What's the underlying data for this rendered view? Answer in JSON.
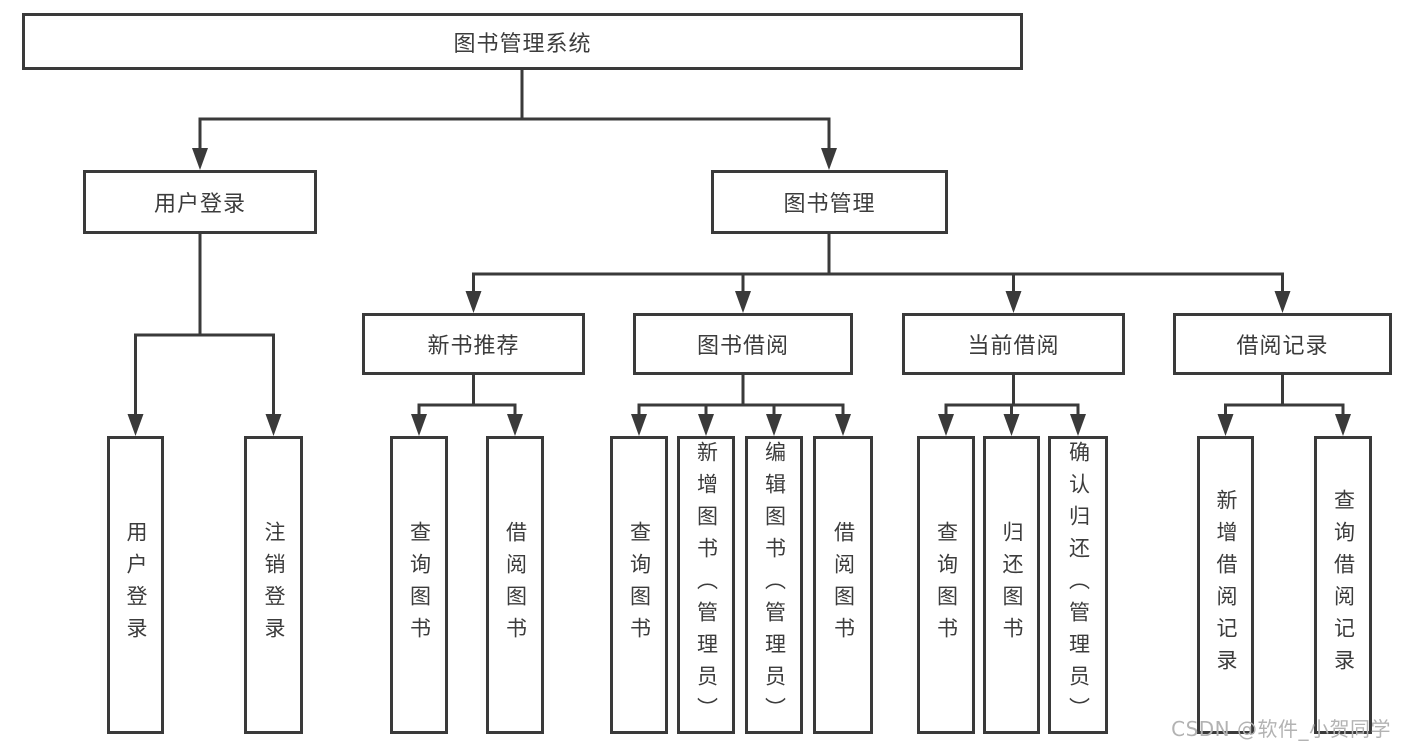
{
  "colors": {
    "line": "#3a3a3a",
    "text": "#3c3c3c",
    "background": "#ffffff",
    "watermark": "#b3b3b3"
  },
  "watermark": "CSDN @软件_小贺同学",
  "tree": {
    "root": "图书管理系统",
    "level2": {
      "user_login": "用户登录",
      "book_management": "图书管理"
    },
    "level3": {
      "new_book": "新书推荐",
      "book_borrow": "图书借阅",
      "current_borrow": "当前借阅",
      "borrow_records": "借阅记录"
    },
    "leaves": {
      "user_login": [
        "用户登录",
        "注销登录"
      ],
      "new_book": [
        "查询图书",
        "借阅图书"
      ],
      "book_borrow": [
        "查询图书",
        "新增图书（管理员）",
        "编辑图书（管理员）",
        "借阅图书"
      ],
      "current_borrow": [
        "查询图书",
        "归还图书",
        "确认归还（管理员）"
      ],
      "borrow_records": [
        "新增借阅记录",
        "查询借阅记录"
      ]
    }
  }
}
